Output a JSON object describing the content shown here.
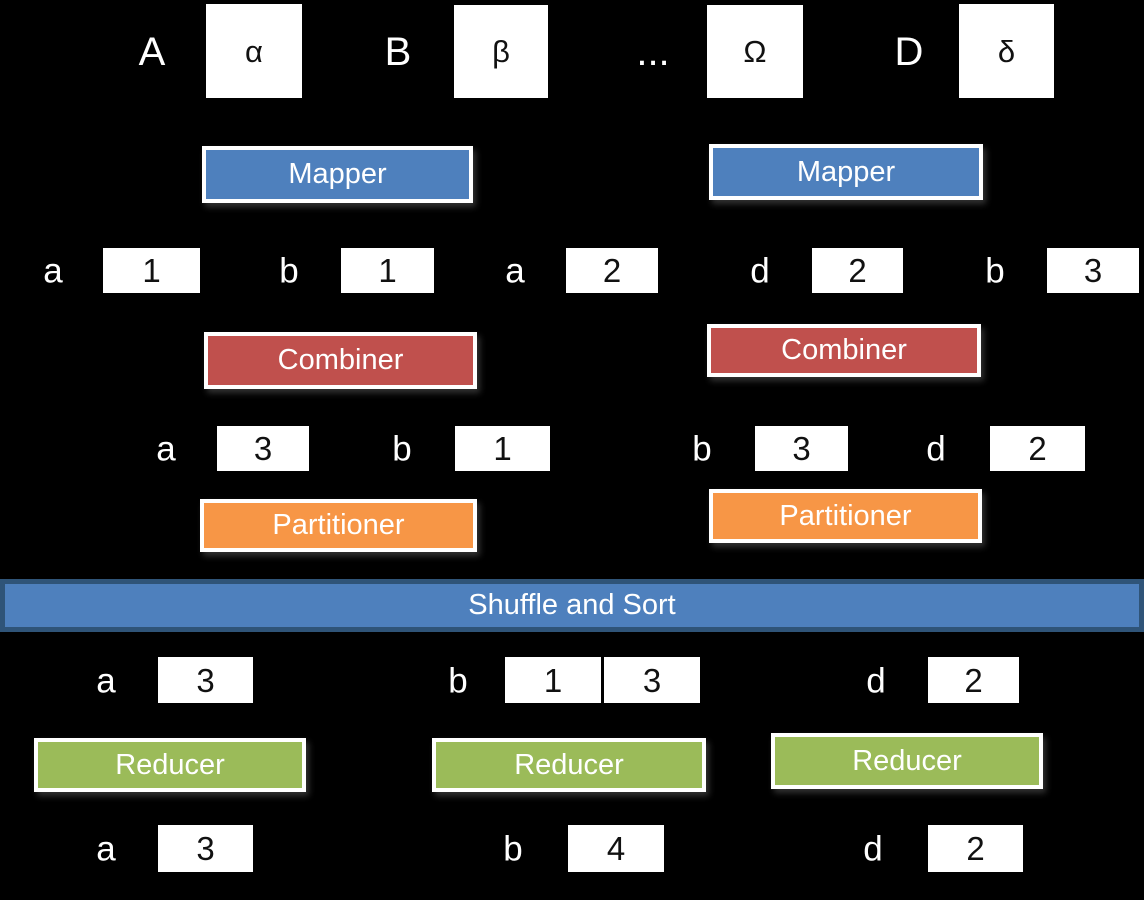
{
  "colors": {
    "background": "#000000",
    "mapper_blue": "#4e80bd",
    "combiner_red": "#c0504d",
    "partitioner_orange": "#f79646",
    "reducer_green": "#9bbb59",
    "shuffle_fill": "#4e80bd",
    "shuffle_border": "#2f5478",
    "box_white": "#ffffff"
  },
  "inputs": [
    {
      "label": "A",
      "doc": "α"
    },
    {
      "label": "B",
      "doc": "β"
    },
    {
      "label": "...",
      "doc": "Ω"
    },
    {
      "label": "D",
      "doc": "δ"
    }
  ],
  "stages": {
    "mapper": {
      "label": "Mapper"
    },
    "combiner": {
      "label": "Combiner"
    },
    "partitioner": {
      "label": "Partitioner"
    },
    "shuffle": {
      "label": "Shuffle and Sort"
    },
    "reducer": {
      "label": "Reducer"
    }
  },
  "mapper_outputs": [
    {
      "key": "a",
      "value": "1"
    },
    {
      "key": "b",
      "value": "1"
    },
    {
      "key": "a",
      "value": "2"
    },
    {
      "key": "d",
      "value": "2"
    },
    {
      "key": "b",
      "value": "3"
    }
  ],
  "combiner_outputs": [
    {
      "key": "a",
      "value": "3"
    },
    {
      "key": "b",
      "value": "1"
    },
    {
      "key": "b",
      "value": "3"
    },
    {
      "key": "d",
      "value": "2"
    }
  ],
  "shuffle_outputs": [
    {
      "key": "a",
      "values": [
        "3"
      ]
    },
    {
      "key": "b",
      "values": [
        "1",
        "3"
      ]
    },
    {
      "key": "d",
      "values": [
        "2"
      ]
    }
  ],
  "reducer_outputs": [
    {
      "key": "a",
      "value": "3"
    },
    {
      "key": "b",
      "value": "4"
    },
    {
      "key": "d",
      "value": "2"
    }
  ]
}
